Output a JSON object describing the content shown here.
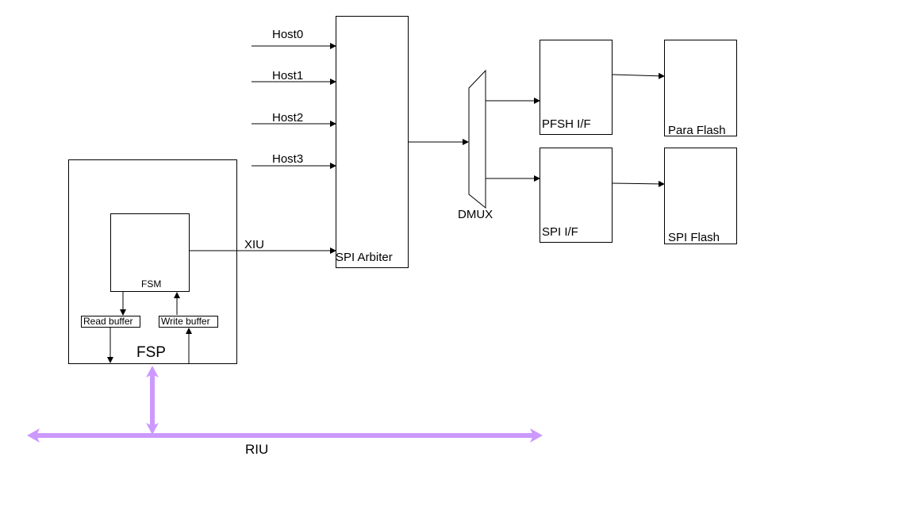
{
  "diagram": {
    "blocks": {
      "fsp": "FSP",
      "fsm": "FSM",
      "read_buffer": "Read buffer",
      "write_buffer": "Write buffer",
      "spi_arbiter": "SPI Arbiter",
      "dmux": "DMUX",
      "pfsh_if": "PFSH I/F",
      "spi_if": "SPI I/F",
      "para_flash": "Para Flash",
      "spi_flash": "SPI Flash"
    },
    "signals": {
      "hosts": [
        "Host0",
        "Host1",
        "Host2",
        "Host3"
      ],
      "xiu": "XIU",
      "riu": "RIU"
    },
    "colors": {
      "line": "#000000",
      "riu_bus": "#cc99ff"
    }
  }
}
